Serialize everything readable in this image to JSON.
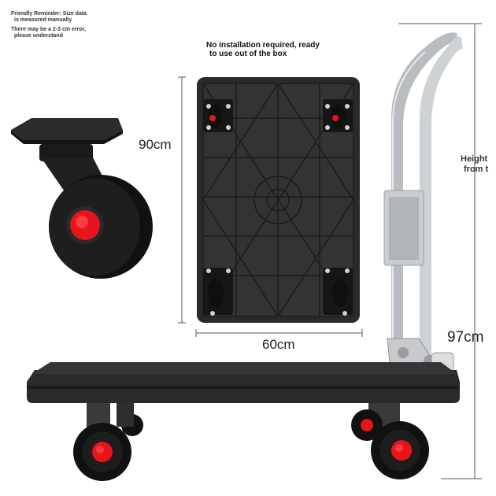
{
  "reminder": {
    "line1": "Friendly Reminder: Size data",
    "line2": "is measured manually",
    "line3": "There may be a 2-3 cm error,",
    "line4": "please understand"
  },
  "headline": {
    "line1": "No installation required, ready",
    "line2": "to use out of the box"
  },
  "dimensions": {
    "length": "90cm",
    "width": "60cm",
    "height_value": "97cm",
    "height_line1": "Height",
    "height_line2": "from t"
  },
  "colors": {
    "deck": "#2a2a2a",
    "wheel": "#1c1c1c",
    "hub": "#e8141c",
    "handle": "#b9bcc0"
  }
}
